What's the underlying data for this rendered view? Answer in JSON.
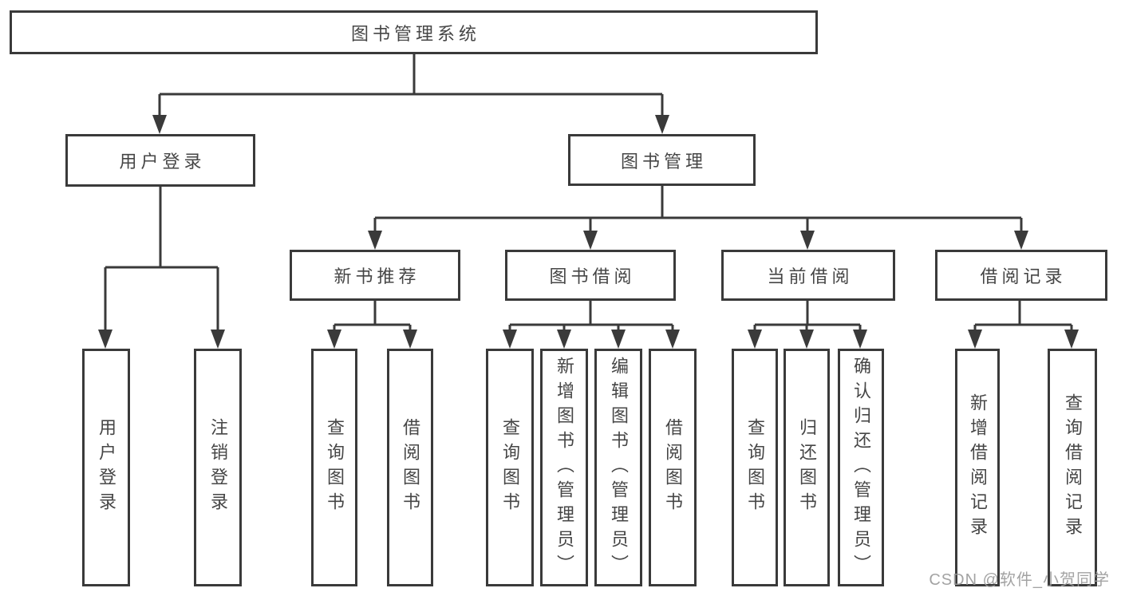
{
  "diagram_type": "hierarchy-tree",
  "colors": {
    "line": "#3a3a3a",
    "border": "#3a3a3a",
    "text": "#464646",
    "watermark": "#9b9b9b",
    "background": "#ffffff"
  },
  "tree": {
    "root": {
      "label": "图书管理系统"
    },
    "level2": [
      {
        "label": "用户登录"
      },
      {
        "label": "图书管理"
      }
    ],
    "level3": [
      {
        "label": "新书推荐",
        "parent": "图书管理"
      },
      {
        "label": "图书借阅",
        "parent": "图书管理"
      },
      {
        "label": "当前借阅",
        "parent": "图书管理"
      },
      {
        "label": "借阅记录",
        "parent": "图书管理"
      }
    ],
    "leaves": [
      {
        "label": "用户登录",
        "parent": "用户登录"
      },
      {
        "label": "注销登录",
        "parent": "用户登录"
      },
      {
        "label": "查询图书",
        "parent": "新书推荐"
      },
      {
        "label": "借阅图书",
        "parent": "新书推荐"
      },
      {
        "label": "查询图书",
        "parent": "图书借阅"
      },
      {
        "label": "新增图书（管理员）",
        "parent": "图书借阅"
      },
      {
        "label": "编辑图书（管理员）",
        "parent": "图书借阅"
      },
      {
        "label": "借阅图书",
        "parent": "图书借阅"
      },
      {
        "label": "查询图书",
        "parent": "当前借阅"
      },
      {
        "label": "归还图书",
        "parent": "当前借阅"
      },
      {
        "label": "确认归还（管理员）",
        "parent": "当前借阅"
      },
      {
        "label": "新增借阅记录",
        "parent": "借阅记录"
      },
      {
        "label": "查询借阅记录",
        "parent": "借阅记录"
      }
    ]
  },
  "watermark": "CSDN @软件_小贺同学"
}
